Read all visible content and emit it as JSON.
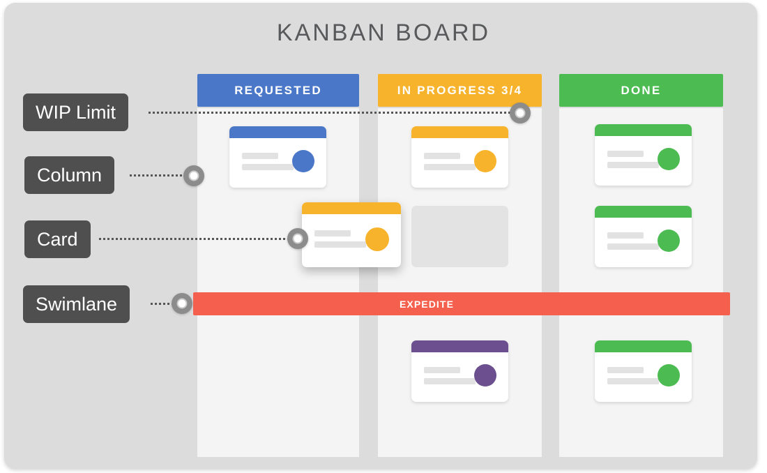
{
  "diagram": {
    "title": "KANBAN BOARD",
    "background_color": "#dcdcdc",
    "page_color": "#ffffff"
  },
  "columns": [
    {
      "id": "requested",
      "label": "REQUESTED",
      "header_color": "#4a77c8",
      "body_color": "#f4f4f4",
      "wip_limit": null
    },
    {
      "id": "in-progress",
      "label": "IN PROGRESS 3/4",
      "header_color": "#f7b32b",
      "body_color": "#f4f4f4",
      "wip_limit": "3/4"
    },
    {
      "id": "done",
      "label": "DONE",
      "header_color": "#4cbb52",
      "body_color": "#f4f4f4",
      "wip_limit": null
    }
  ],
  "swimlane": {
    "label": "EXPEDITE",
    "color": "#f4604d"
  },
  "cards": [
    {
      "id": "card-req-1",
      "column": "requested",
      "accent_color": "#4a77c8",
      "state": "normal"
    },
    {
      "id": "card-prog-1",
      "column": "in-progress",
      "accent_color": "#f7b32b",
      "state": "normal"
    },
    {
      "id": "card-done-1",
      "column": "done",
      "accent_color": "#4cbb52",
      "state": "normal"
    },
    {
      "id": "card-drag",
      "column": "requested",
      "accent_color": "#f7b32b",
      "state": "dragging"
    },
    {
      "id": "card-done-2",
      "column": "done",
      "accent_color": "#4cbb52",
      "state": "normal"
    },
    {
      "id": "card-prog-2",
      "column": "in-progress",
      "accent_color": "#6b4f8f",
      "state": "normal"
    },
    {
      "id": "card-done-3",
      "column": "done",
      "accent_color": "#4cbb52",
      "state": "normal"
    }
  ],
  "placeholders": [
    {
      "id": "drop-slot-in-progress",
      "column": "in-progress",
      "color": "#e3e3e3"
    }
  ],
  "annotations": [
    {
      "id": "wip-limit",
      "label": "WIP Limit",
      "points_to": "in-progress-header"
    },
    {
      "id": "column",
      "label": "Column",
      "points_to": "requested-column"
    },
    {
      "id": "card",
      "label": "Card",
      "points_to": "dragged-card"
    },
    {
      "id": "swimlane",
      "label": "Swimlane",
      "points_to": "expedite-band"
    }
  ],
  "annotation_style": {
    "tag_color": "#4f4f4f",
    "tag_text_color": "#ffffff",
    "knob_color": "#8c8c8c",
    "leader_color": "#555555"
  }
}
